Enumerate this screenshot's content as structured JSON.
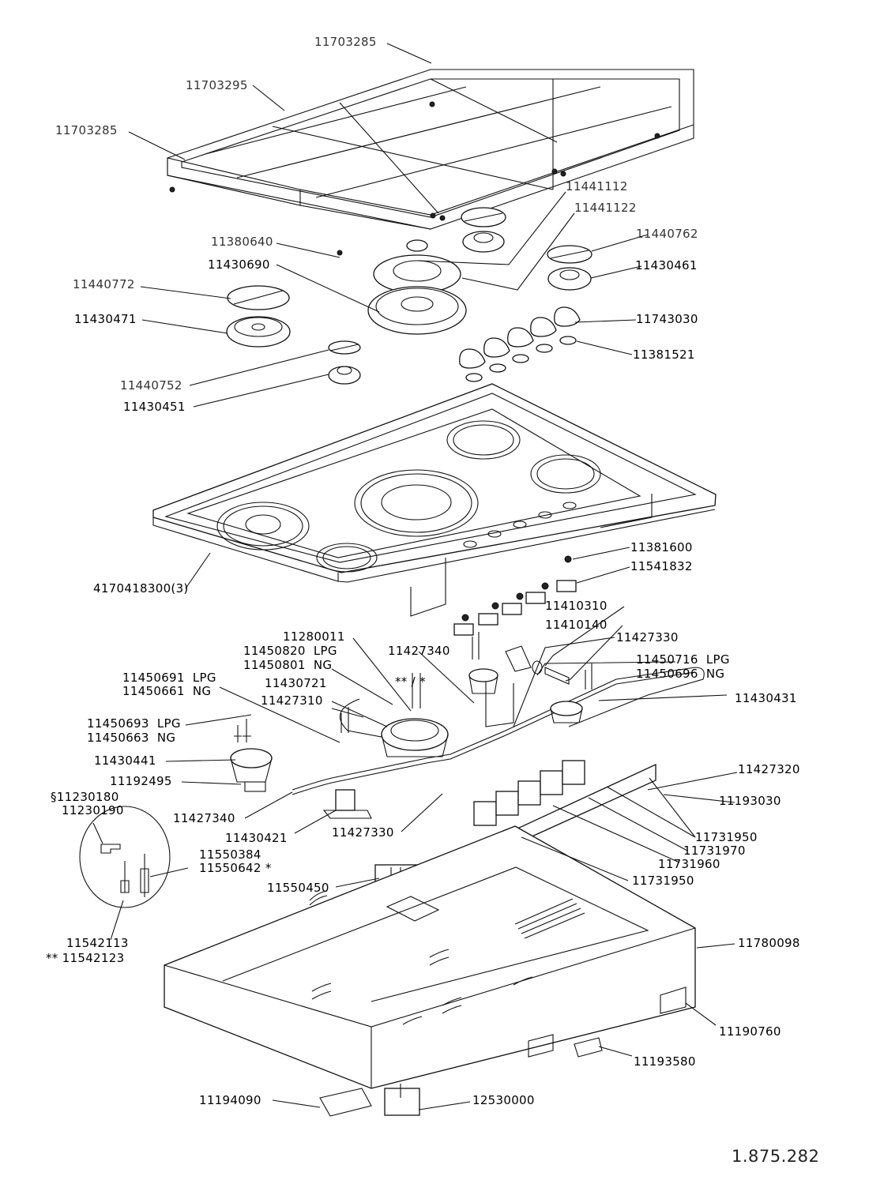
{
  "diagram": {
    "type": "exploded-parts-diagram",
    "subject": "gas cooktop",
    "reference_number": "1.875.282",
    "callouts": [
      {
        "id": "grate-right",
        "text": "11703285"
      },
      {
        "id": "grate-center",
        "text": "11703295"
      },
      {
        "id": "grate-left",
        "text": "11703285"
      },
      {
        "id": "cap-rear-right-ring",
        "text": "11441112"
      },
      {
        "id": "wok-ring",
        "text": "11441122"
      },
      {
        "id": "grate-foot",
        "text": "11380640"
      },
      {
        "id": "burner-cap-right",
        "text": "11440762"
      },
      {
        "id": "wok-burner",
        "text": "11430690"
      },
      {
        "id": "burner-right",
        "text": "11430461"
      },
      {
        "id": "burner-cap-left",
        "text": "11440772"
      },
      {
        "id": "burner-left",
        "text": "11430471"
      },
      {
        "id": "knob",
        "text": "11743030"
      },
      {
        "id": "knob-bezel",
        "text": "11381521"
      },
      {
        "id": "burner-cap-small",
        "text": "11440752"
      },
      {
        "id": "burner-small",
        "text": "11430451"
      },
      {
        "id": "cooktop-surface",
        "text": "4170418300(3)"
      },
      {
        "id": "valve-clip",
        "text": "11381600"
      },
      {
        "id": "valve",
        "text": "11541832"
      },
      {
        "id": "elbow",
        "text": "11410310"
      },
      {
        "id": "gasket",
        "text": "11410140"
      },
      {
        "id": "pipe-b",
        "text": "11427330"
      },
      {
        "id": "wok-jet-lpg",
        "text": "11450716  LPG"
      },
      {
        "id": "wok-jet-ng",
        "text": "11450696  NG"
      },
      {
        "id": "spring",
        "text": "11280011"
      },
      {
        "id": "jet-center-lpg",
        "text": "11450820  LPG"
      },
      {
        "id": "jet-center-ng",
        "text": "11450801  NG"
      },
      {
        "id": "pipe-a-upper",
        "text": "11427340"
      },
      {
        "id": "burner-base-right",
        "text": "11430431"
      },
      {
        "id": "jet-small-lpg",
        "text": "11450691  LPG"
      },
      {
        "id": "jet-small-ng",
        "text": "11450661  NG"
      },
      {
        "id": "burner-base-center",
        "text": "11430721"
      },
      {
        "id": "pipe-c",
        "text": "11427310"
      },
      {
        "id": "jet-left-lpg",
        "text": "11450693  LPG"
      },
      {
        "id": "jet-left-ng",
        "text": "11450663  NG"
      },
      {
        "id": "pipe-d",
        "text": "11427320"
      },
      {
        "id": "burner-base-left",
        "text": "11430441"
      },
      {
        "id": "bracket",
        "text": "11192495"
      },
      {
        "id": "manifold-bracket",
        "text": "11193030"
      },
      {
        "id": "clip-a",
        "text": "§11230180"
      },
      {
        "id": "clip-b",
        "text": "11230190"
      },
      {
        "id": "pipe-a-lower",
        "text": "11427340"
      },
      {
        "id": "valve-wire-1",
        "text": "11731950"
      },
      {
        "id": "burner-base-small",
        "text": "11430421"
      },
      {
        "id": "pipe-b-lower",
        "text": "11427330"
      },
      {
        "id": "valve-wire-2",
        "text": "11731970"
      },
      {
        "id": "valve-wire-3",
        "text": "11731960"
      },
      {
        "id": "electrode-a",
        "text": "11550384"
      },
      {
        "id": "electrode-b",
        "text": "11550642 *"
      },
      {
        "id": "valve-wire-4",
        "text": "11731950"
      },
      {
        "id": "spark-module",
        "text": "11550450"
      },
      {
        "id": "thermocouple-a",
        "text": "11542113"
      },
      {
        "id": "thermocouple-b",
        "text": "** 11542123"
      },
      {
        "id": "bottom-box",
        "text": "11780098"
      },
      {
        "id": "mount-clip",
        "text": "11190760"
      },
      {
        "id": "cover-plate",
        "text": "11193580"
      },
      {
        "id": "terminal-cover",
        "text": "11194090"
      },
      {
        "id": "terminal-block",
        "text": "12530000"
      }
    ],
    "symbols": {
      "electrode_marker": "** / *"
    }
  }
}
